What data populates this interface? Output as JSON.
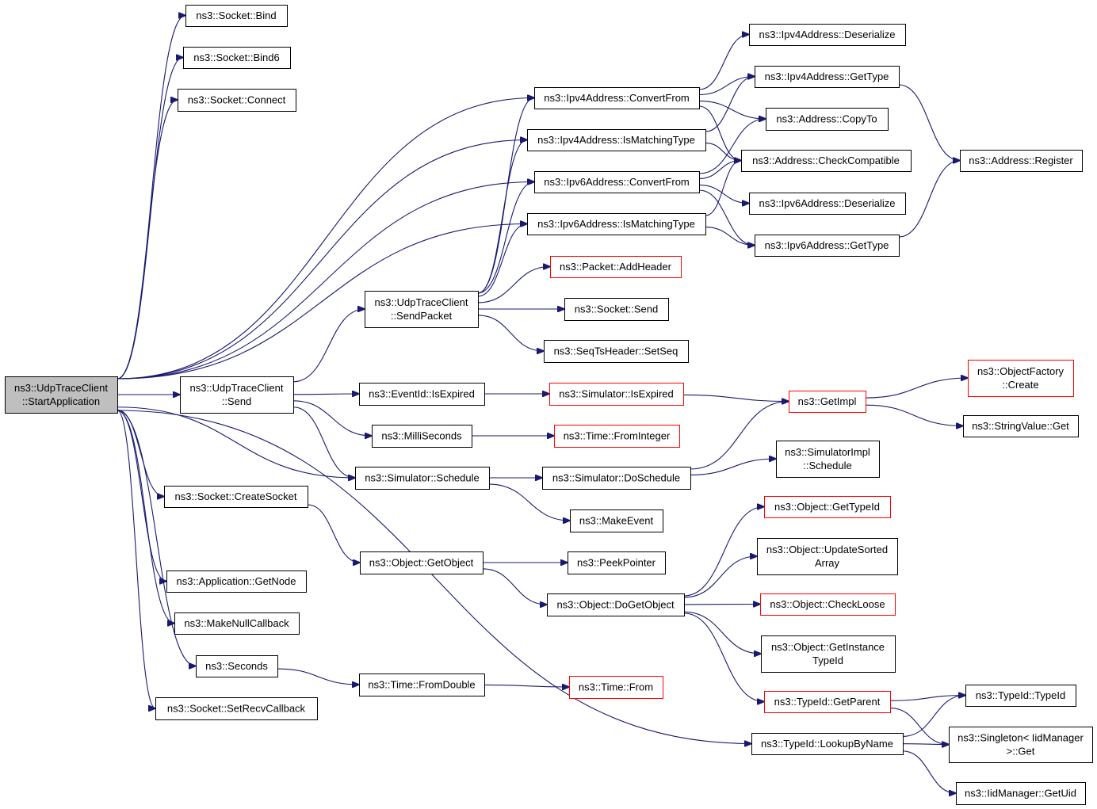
{
  "diagram": {
    "type": "call-graph",
    "edge_color": "#191970",
    "default_border": "#000000",
    "truncated_border": "#ff0000",
    "root_fill": "#bfbfbf",
    "nodes": [
      {
        "id": "root",
        "lines": [
          "ns3::UdpTraceClient",
          "::StartApplication"
        ],
        "style": "root"
      },
      {
        "id": "bind",
        "lines": [
          "ns3::Socket::Bind"
        ],
        "style": "normal"
      },
      {
        "id": "bind6",
        "lines": [
          "ns3::Socket::Bind6"
        ],
        "style": "normal"
      },
      {
        "id": "connect",
        "lines": [
          "ns3::Socket::Connect"
        ],
        "style": "normal"
      },
      {
        "id": "udpsend",
        "lines": [
          "ns3::UdpTraceClient",
          "::Send"
        ],
        "style": "normal"
      },
      {
        "id": "createsocket",
        "lines": [
          "ns3::Socket::CreateSocket"
        ],
        "style": "normal"
      },
      {
        "id": "getnode",
        "lines": [
          "ns3::Application::GetNode"
        ],
        "style": "normal"
      },
      {
        "id": "makenullcb",
        "lines": [
          "ns3::MakeNullCallback"
        ],
        "style": "normal"
      },
      {
        "id": "seconds",
        "lines": [
          "ns3::Seconds"
        ],
        "style": "normal"
      },
      {
        "id": "setrecvcb",
        "lines": [
          "ns3::Socket::SetRecvCallback"
        ],
        "style": "normal"
      },
      {
        "id": "sendpacket",
        "lines": [
          "ns3::UdpTraceClient",
          "::SendPacket"
        ],
        "style": "normal"
      },
      {
        "id": "evisexpired",
        "lines": [
          "ns3::EventId::IsExpired"
        ],
        "style": "normal"
      },
      {
        "id": "milliseconds",
        "lines": [
          "ns3::MilliSeconds"
        ],
        "style": "normal"
      },
      {
        "id": "schedule",
        "lines": [
          "ns3::Simulator::Schedule"
        ],
        "style": "normal"
      },
      {
        "id": "getobject",
        "lines": [
          "ns3::Object::GetObject"
        ],
        "style": "normal"
      },
      {
        "id": "fromdouble",
        "lines": [
          "ns3::Time::FromDouble"
        ],
        "style": "normal"
      },
      {
        "id": "ipv4convert",
        "lines": [
          "ns3::Ipv4Address::ConvertFrom"
        ],
        "style": "normal"
      },
      {
        "id": "ipv4match",
        "lines": [
          "ns3::Ipv4Address::IsMatchingType"
        ],
        "style": "normal"
      },
      {
        "id": "ipv6convert",
        "lines": [
          "ns3::Ipv6Address::ConvertFrom"
        ],
        "style": "normal"
      },
      {
        "id": "ipv6match",
        "lines": [
          "ns3::Ipv6Address::IsMatchingType"
        ],
        "style": "normal"
      },
      {
        "id": "addheader",
        "lines": [
          "ns3::Packet::AddHeader"
        ],
        "style": "red"
      },
      {
        "id": "socketsend",
        "lines": [
          "ns3::Socket::Send"
        ],
        "style": "normal"
      },
      {
        "id": "setseq",
        "lines": [
          "ns3::SeqTsHeader::SetSeq"
        ],
        "style": "normal"
      },
      {
        "id": "simisexpired",
        "lines": [
          "ns3::Simulator::IsExpired"
        ],
        "style": "red"
      },
      {
        "id": "frominteger",
        "lines": [
          "ns3::Time::FromInteger"
        ],
        "style": "red"
      },
      {
        "id": "doschedule",
        "lines": [
          "ns3::Simulator::DoSchedule"
        ],
        "style": "normal"
      },
      {
        "id": "makeevent",
        "lines": [
          "ns3::MakeEvent"
        ],
        "style": "normal"
      },
      {
        "id": "peekpointer",
        "lines": [
          "ns3::PeekPointer"
        ],
        "style": "normal"
      },
      {
        "id": "dogetobject",
        "lines": [
          "ns3::Object::DoGetObject"
        ],
        "style": "normal"
      },
      {
        "id": "timefrom",
        "lines": [
          "ns3::Time::From"
        ],
        "style": "red"
      },
      {
        "id": "lookupbyname",
        "lines": [
          "ns3::TypeId::LookupByName"
        ],
        "style": "normal"
      },
      {
        "id": "ipv4deser",
        "lines": [
          "ns3::Ipv4Address::Deserialize"
        ],
        "style": "normal"
      },
      {
        "id": "ipv4gettype",
        "lines": [
          "ns3::Ipv4Address::GetType"
        ],
        "style": "normal"
      },
      {
        "id": "copyto",
        "lines": [
          "ns3::Address::CopyTo"
        ],
        "style": "normal"
      },
      {
        "id": "checkcompat",
        "lines": [
          "ns3::Address::CheckCompatible"
        ],
        "style": "normal"
      },
      {
        "id": "ipv6deser",
        "lines": [
          "ns3::Ipv6Address::Deserialize"
        ],
        "style": "normal"
      },
      {
        "id": "ipv6gettype",
        "lines": [
          "ns3::Ipv6Address::GetType"
        ],
        "style": "normal"
      },
      {
        "id": "getimpl",
        "lines": [
          "ns3::GetImpl"
        ],
        "style": "red"
      },
      {
        "id": "simimplsched",
        "lines": [
          "ns3::SimulatorImpl",
          "::Schedule"
        ],
        "style": "normal"
      },
      {
        "id": "gettypeid",
        "lines": [
          "ns3::Object::GetTypeId"
        ],
        "style": "red"
      },
      {
        "id": "updatesorted",
        "lines": [
          "ns3::Object::UpdateSorted",
          "Array"
        ],
        "style": "normal"
      },
      {
        "id": "checkloose",
        "lines": [
          "ns3::Object::CheckLoose"
        ],
        "style": "red"
      },
      {
        "id": "getinsttypeid",
        "lines": [
          "ns3::Object::GetInstance",
          "TypeId"
        ],
        "style": "normal"
      },
      {
        "id": "getparent",
        "lines": [
          "ns3::TypeId::GetParent"
        ],
        "style": "red"
      },
      {
        "id": "register",
        "lines": [
          "ns3::Address::Register"
        ],
        "style": "normal"
      },
      {
        "id": "objfactorycreate",
        "lines": [
          "ns3::ObjectFactory",
          "::Create"
        ],
        "style": "red"
      },
      {
        "id": "stringvalueget",
        "lines": [
          "ns3::StringValue::Get"
        ],
        "style": "normal"
      },
      {
        "id": "typeidtypeid",
        "lines": [
          "ns3::TypeId::TypeId"
        ],
        "style": "normal"
      },
      {
        "id": "singletonget",
        "lines": [
          "ns3::Singleton< IidManager",
          " >::Get"
        ],
        "style": "normal"
      },
      {
        "id": "getuid",
        "lines": [
          "ns3::IidManager::GetUid"
        ],
        "style": "normal"
      }
    ],
    "edges": [
      [
        "root",
        "bind"
      ],
      [
        "root",
        "bind6"
      ],
      [
        "root",
        "connect"
      ],
      [
        "root",
        "ipv4convert"
      ],
      [
        "root",
        "ipv4match"
      ],
      [
        "root",
        "ipv6convert"
      ],
      [
        "root",
        "ipv6match"
      ],
      [
        "root",
        "udpsend"
      ],
      [
        "root",
        "schedule"
      ],
      [
        "root",
        "createsocket"
      ],
      [
        "root",
        "getnode"
      ],
      [
        "root",
        "makenullcb"
      ],
      [
        "root",
        "seconds"
      ],
      [
        "root",
        "setrecvcb"
      ],
      [
        "root",
        "lookupbyname"
      ],
      [
        "udpsend",
        "sendpacket"
      ],
      [
        "udpsend",
        "evisexpired"
      ],
      [
        "udpsend",
        "milliseconds"
      ],
      [
        "udpsend",
        "schedule"
      ],
      [
        "sendpacket",
        "ipv4convert"
      ],
      [
        "sendpacket",
        "ipv4match"
      ],
      [
        "sendpacket",
        "ipv6convert"
      ],
      [
        "sendpacket",
        "ipv6match"
      ],
      [
        "sendpacket",
        "addheader"
      ],
      [
        "sendpacket",
        "socketsend"
      ],
      [
        "sendpacket",
        "setseq"
      ],
      [
        "evisexpired",
        "simisexpired"
      ],
      [
        "simisexpired",
        "getimpl"
      ],
      [
        "milliseconds",
        "frominteger"
      ],
      [
        "schedule",
        "doschedule"
      ],
      [
        "schedule",
        "makeevent"
      ],
      [
        "doschedule",
        "getimpl"
      ],
      [
        "doschedule",
        "simimplsched"
      ],
      [
        "getimpl",
        "objfactorycreate"
      ],
      [
        "getimpl",
        "stringvalueget"
      ],
      [
        "createsocket",
        "getobject"
      ],
      [
        "getobject",
        "peekpointer"
      ],
      [
        "getobject",
        "dogetobject"
      ],
      [
        "dogetobject",
        "gettypeid"
      ],
      [
        "dogetobject",
        "updatesorted"
      ],
      [
        "dogetobject",
        "checkloose"
      ],
      [
        "dogetobject",
        "getinsttypeid"
      ],
      [
        "dogetobject",
        "getparent"
      ],
      [
        "seconds",
        "fromdouble"
      ],
      [
        "fromdouble",
        "timefrom"
      ],
      [
        "ipv4convert",
        "ipv4deser"
      ],
      [
        "ipv4convert",
        "ipv4gettype"
      ],
      [
        "ipv4convert",
        "copyto"
      ],
      [
        "ipv4convert",
        "checkcompat"
      ],
      [
        "ipv4match",
        "ipv4gettype"
      ],
      [
        "ipv4match",
        "checkcompat"
      ],
      [
        "ipv6convert",
        "checkcompat"
      ],
      [
        "ipv6convert",
        "copyto"
      ],
      [
        "ipv6convert",
        "ipv6deser"
      ],
      [
        "ipv6convert",
        "ipv6gettype"
      ],
      [
        "ipv6match",
        "ipv6gettype"
      ],
      [
        "ipv6match",
        "checkcompat"
      ],
      [
        "ipv4gettype",
        "register"
      ],
      [
        "ipv6gettype",
        "register"
      ],
      [
        "getparent",
        "typeidtypeid"
      ],
      [
        "getparent",
        "singletonget"
      ],
      [
        "lookupbyname",
        "typeidtypeid"
      ],
      [
        "lookupbyname",
        "singletonget"
      ],
      [
        "lookupbyname",
        "getuid"
      ]
    ]
  }
}
